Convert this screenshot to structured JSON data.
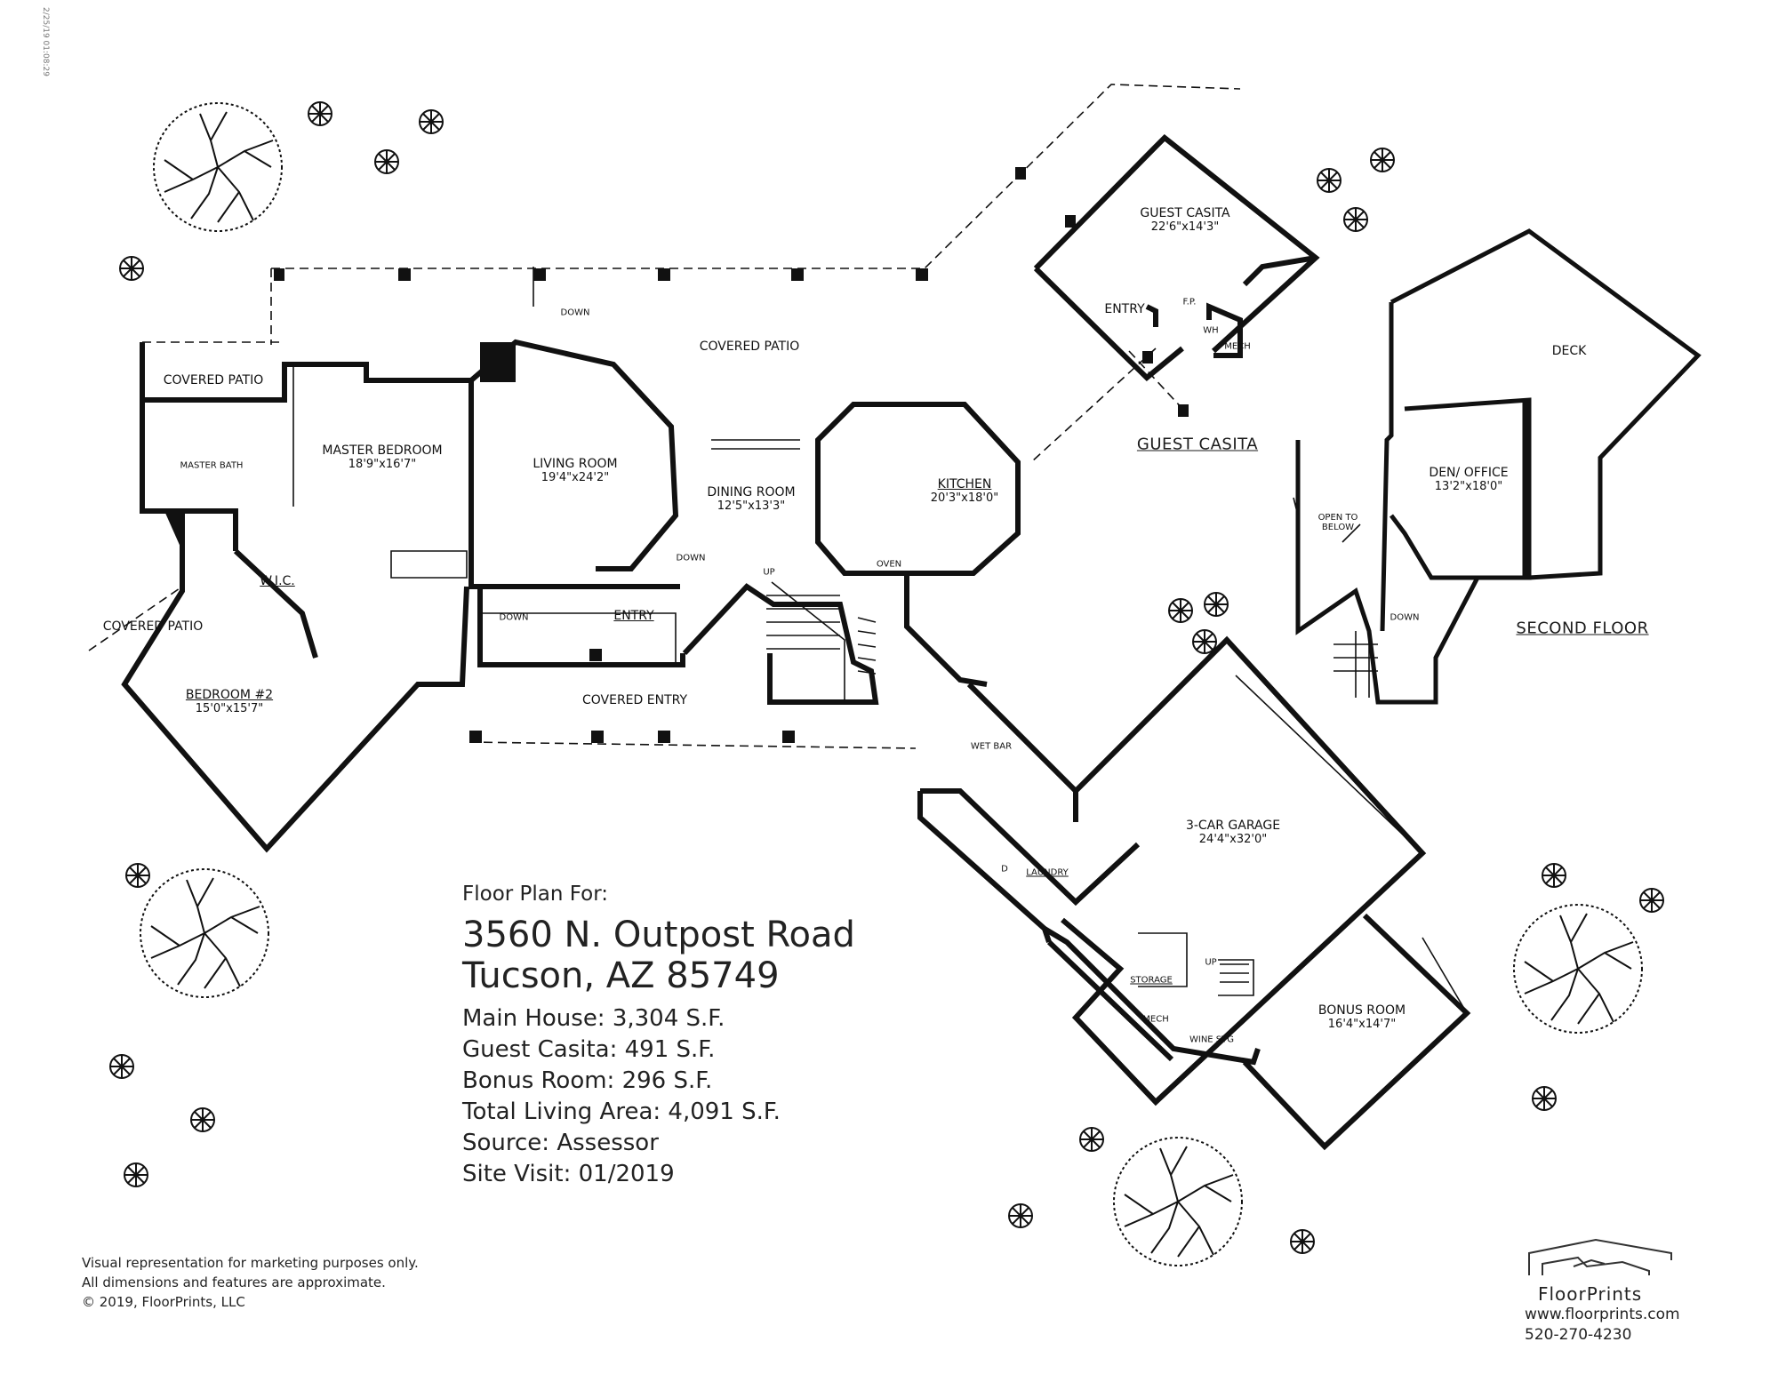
{
  "rooms": {
    "covered_patio_nw": {
      "name": "COVERED PATIO"
    },
    "master_bath": {
      "name": "MASTER BATH"
    },
    "master_bedroom": {
      "name": "MASTER BEDROOM",
      "dims": "18'9\"x16'7\""
    },
    "living_room": {
      "name": "LIVING ROOM",
      "dims": "19'4\"x24'2\""
    },
    "covered_patio_main": {
      "name": "COVERED PATIO"
    },
    "dining_room": {
      "name": "DINING ROOM",
      "dims": "12'5\"x13'3\""
    },
    "kitchen": {
      "name": "KITCHEN",
      "dims": "20'3\"x18'0\""
    },
    "guest_casita": {
      "name": "GUEST CASITA",
      "dims": "22'6\"x14'3\""
    },
    "casita_entry": {
      "name": "ENTRY"
    },
    "wic": {
      "name": "W.I.C."
    },
    "covered_patio_sw": {
      "name": "COVERED PATIO"
    },
    "bedroom2": {
      "name": "BEDROOM #2",
      "dims": "15'0\"x15'7\""
    },
    "entry": {
      "name": "ENTRY"
    },
    "covered_entry": {
      "name": "COVERED ENTRY"
    },
    "wet_bar": {
      "name": "WET BAR"
    },
    "laundry": {
      "name": "LAUNDRY"
    },
    "garage": {
      "name": "3-CAR GARAGE",
      "dims": "24'4\"x32'0\""
    },
    "storage": {
      "name": "STORAGE"
    },
    "wine_stg": {
      "name": "WINE STG"
    },
    "bonus_room": {
      "name": "BONUS ROOM",
      "dims": "16'4\"x14'7\""
    },
    "deck": {
      "name": "DECK"
    },
    "den_office": {
      "name": "DEN/ OFFICE",
      "dims": "13'2\"x18'0\""
    },
    "open_below": {
      "name": "OPEN TO BELOW"
    }
  },
  "fixtures": {
    "down_1": "DOWN",
    "down_2": "DOWN",
    "down_3": "DOWN",
    "down_4": "DOWN",
    "up_1": "UP",
    "up_2": "UP",
    "oven": "OVEN",
    "fp": "F.P.",
    "wh": "WH",
    "mech": "MECH",
    "mech2": "MECH",
    "dryer": "D"
  },
  "sections": {
    "guest_casita": "GUEST CASITA",
    "second_floor": "SECOND FLOOR"
  },
  "info": {
    "heading": "Floor Plan For:",
    "address_line1": "3560 N. Outpost Road",
    "address_line2": "Tucson, AZ 85749",
    "main_house": "Main House:  3,304 S.F.",
    "guest_casita": "Guest Casita:  491 S.F.",
    "bonus_room": "Bonus Room:  296 S.F.",
    "total": "Total Living Area:  4,091 S.F.",
    "source": "Source:  Assessor",
    "site_visit": "Site Visit:  01/2019"
  },
  "disclaimer": {
    "line1": "Visual representation for marketing purposes only.",
    "line2": "All dimensions and features are approximate.",
    "line3": "© 2019, FloorPrints, LLC"
  },
  "brand": {
    "name": "FloorPrints",
    "website": "www.floorprints.com",
    "phone": "520-270-4230"
  },
  "margin_stamp": "2/25/19 01:08:29"
}
